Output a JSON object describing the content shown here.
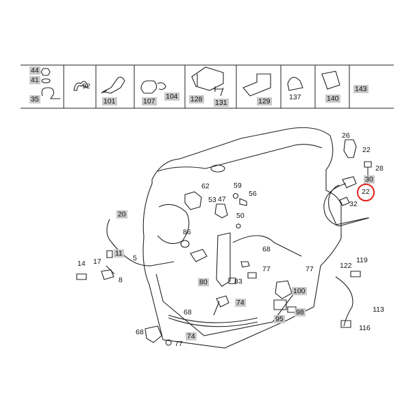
{
  "diagram": {
    "kind": "exploded parts diagram",
    "accent_color": "#e0201b",
    "shaded_label_color": "#c9c9c9",
    "highlighted_part": "22"
  },
  "legend_parts": [
    {
      "id": "44",
      "shaded": true
    },
    {
      "id": "41",
      "shaded": true
    },
    {
      "id": "35",
      "shaded": true
    },
    {
      "id": "92",
      "shaded": false
    },
    {
      "id": "101",
      "shaded": true
    },
    {
      "id": "107",
      "shaded": true
    },
    {
      "id": "104",
      "shaded": true
    },
    {
      "id": "128",
      "shaded": true
    },
    {
      "id": "131",
      "shaded": true
    },
    {
      "id": "129",
      "shaded": true
    },
    {
      "id": "137",
      "shaded": false
    },
    {
      "id": "140",
      "shaded": true
    },
    {
      "id": "143",
      "shaded": true
    }
  ],
  "callouts": {
    "p26": "26",
    "p22a": "22",
    "p28": "28",
    "p30": "30",
    "p22b": "22",
    "p32": "32",
    "p62": "62",
    "p59": "59",
    "p56": "56",
    "p53": "53",
    "p47": "47",
    "p50": "50",
    "p20": "20",
    "p86": "86",
    "p68a": "68",
    "p14": "14",
    "p17": "17",
    "p11": "11",
    "p5": "5",
    "p8": "8",
    "p77a": "77",
    "p77b": "77",
    "p80": "80",
    "p83": "83",
    "p74a": "74",
    "p100": "100",
    "p95": "95",
    "p98": "98",
    "p122": "122",
    "p119": "119",
    "p113": "113",
    "p116": "116",
    "p68b": "68",
    "p74b": "74",
    "p68c": "68",
    "p77c": "77"
  }
}
